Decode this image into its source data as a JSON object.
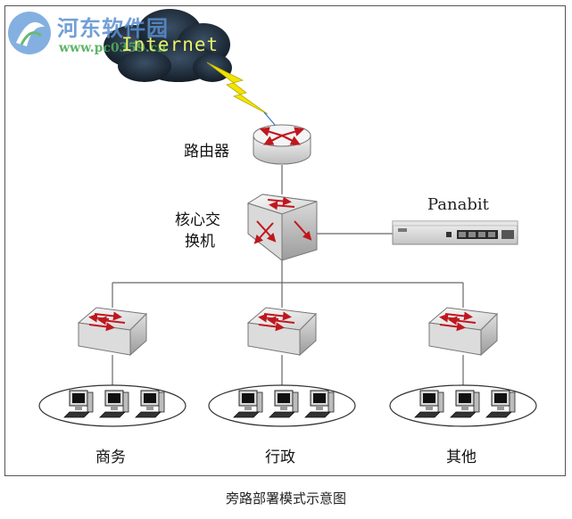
{
  "watermark": {
    "name": "河东软件园",
    "url": "www.pc0359.cn"
  },
  "cloud": {
    "label": "Internet"
  },
  "router": {
    "label": "路由器"
  },
  "core_switch": {
    "label_line1": "核心交",
    "label_line2": "换机"
  },
  "appliance": {
    "label": "Panabit"
  },
  "departments": [
    {
      "label": "商务"
    },
    {
      "label": "行政"
    },
    {
      "label": "其他"
    }
  ],
  "caption": "旁路部署模式示意图",
  "colors": {
    "arrow": "#c0171e",
    "switch_face": "#e9e9e9",
    "cloud": "#1c2a38",
    "bolt": "#f1e400",
    "line": "#666666"
  }
}
